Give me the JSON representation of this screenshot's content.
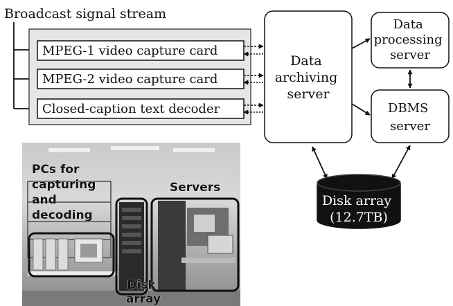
{
  "diagram": {
    "input_label": "Broadcast signal stream",
    "capture": {
      "mpeg1": "MPEG-1 video capture card",
      "mpeg2": "MPEG-2 video capture card",
      "caption": "Closed-caption text decoder"
    },
    "archiving_server": [
      "Data",
      "archiving",
      "server"
    ],
    "processing_server": [
      "Data",
      "processing",
      "server"
    ],
    "dbms_server": [
      "DBMS",
      "server"
    ],
    "disk_array": [
      "Disk array",
      "(12.7TB)"
    ]
  },
  "photo": {
    "labels": {
      "pcs": [
        "PCs for",
        "capturing",
        "and",
        "decoding"
      ],
      "servers": "Servers",
      "disk": [
        "Disk",
        "array"
      ]
    }
  },
  "colors": {
    "panel_fill": "#e6e6e6",
    "disk_fill": "#111111",
    "disk_text": "#ffffff",
    "photo_label": "#111111",
    "photo_outline": "#111111"
  }
}
